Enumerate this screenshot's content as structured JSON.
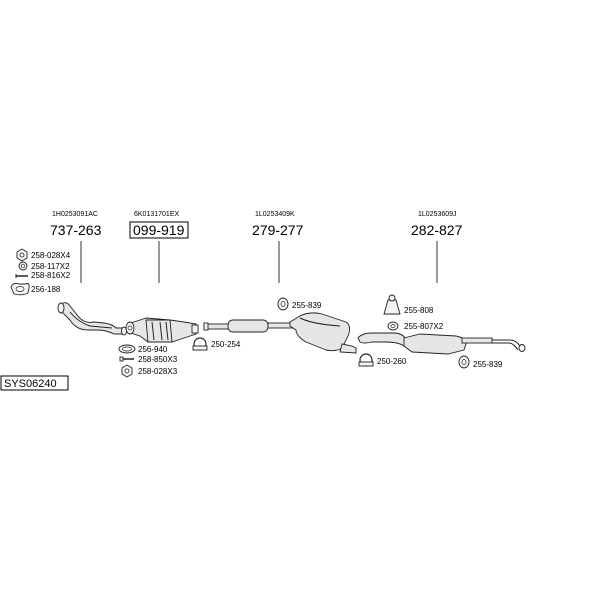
{
  "system_code": "SYS06240",
  "groups": [
    {
      "oem": "1H0253091AC",
      "part_number": "737-263",
      "boxed": false
    },
    {
      "oem": "6K0131701EX",
      "part_number": "099-919",
      "boxed": true
    },
    {
      "oem": "1L0253409K",
      "part_number": "279-277",
      "boxed": false
    },
    {
      "oem": "1L0253609J",
      "part_number": "282-827",
      "boxed": false
    }
  ],
  "fittings": [
    "258-028X4",
    "258-117X2",
    "258-816X2",
    "256-188",
    "256-940",
    "258-850X3",
    "258-028X3",
    "250-254",
    "255-839",
    "250-260",
    "255-808",
    "255-807X2",
    "255-839"
  ]
}
